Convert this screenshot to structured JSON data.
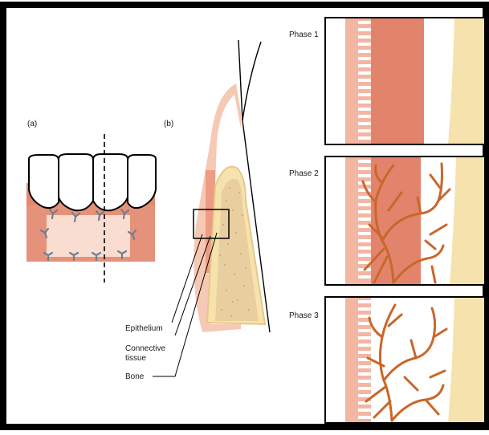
{
  "labels": {
    "part_a": "(a)",
    "part_b": "(b)",
    "epithelium": "Epithelium",
    "connective_tissue_line1": "Connective",
    "connective_tissue_line2": "tissue",
    "bone": "Bone"
  },
  "phases": [
    {
      "label": "Phase 1",
      "vascularized": false
    },
    {
      "label": "Phase 2",
      "vascularized": true
    },
    {
      "label": "Phase 3",
      "vascularized": true
    }
  ],
  "colors": {
    "frame": "#000000",
    "gum": "#e2846c",
    "gum_light": "#f6cbb6",
    "epithelium": "#f0a48f",
    "graft": "#fbe6dc",
    "bone": "#f6e2ad",
    "bone_dots": "#cfae76",
    "vessel": "#cc6a2c",
    "suture": "#6f7e90"
  }
}
